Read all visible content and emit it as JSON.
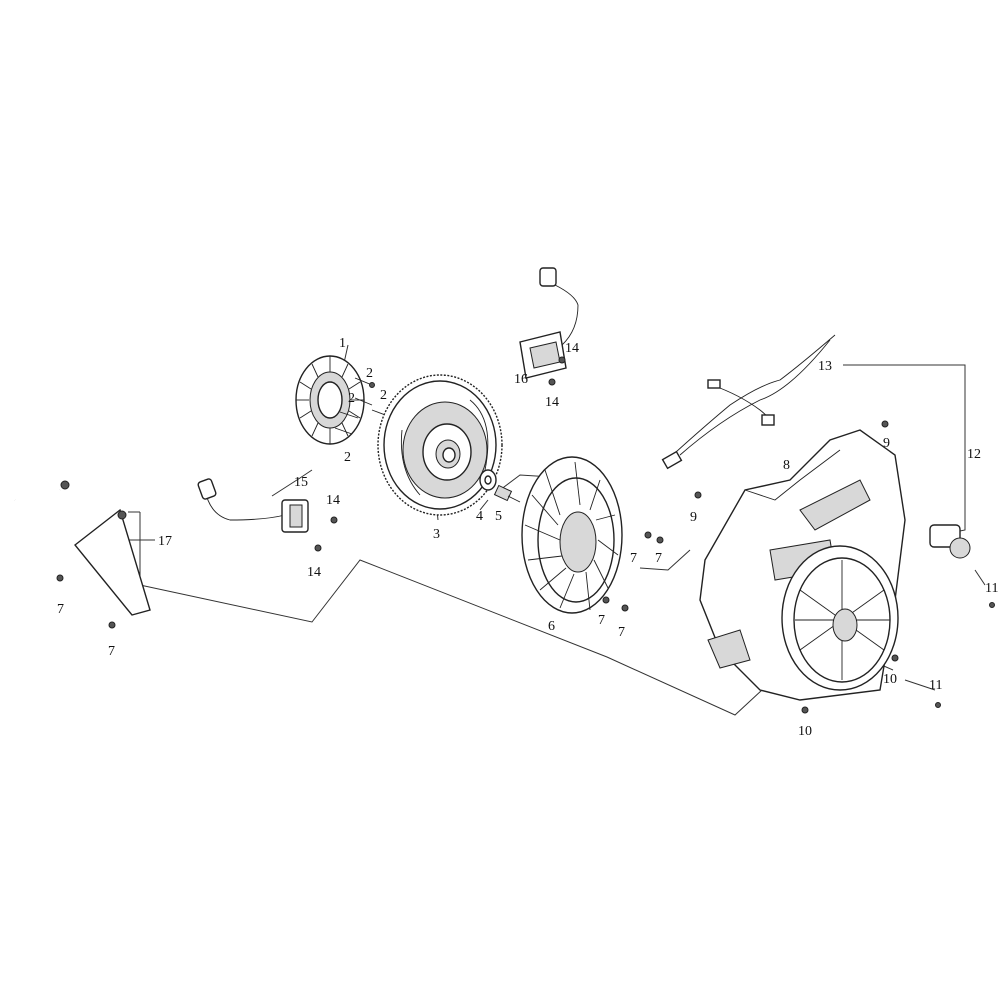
{
  "labels": {
    "p1": "1",
    "p2a": "2",
    "p2b": "2",
    "p2c": "2",
    "p2d": "2",
    "p3": "3",
    "p4": "4",
    "p5": "5",
    "p6": "6",
    "p7a": "7",
    "p7b": "7",
    "p7c": "7",
    "p7d": "7",
    "p7e": "7",
    "p7f": "7",
    "p8": "8",
    "p9a": "9",
    "p9b": "9",
    "p10a": "10",
    "p10b": "10",
    "p11a": "11",
    "p11b": "11",
    "p12": "12",
    "p13": "13",
    "p14a": "14",
    "p14b": "14",
    "p14c": "14",
    "p14d": "14",
    "p15": "15",
    "p16": "16",
    "p17": "17"
  }
}
